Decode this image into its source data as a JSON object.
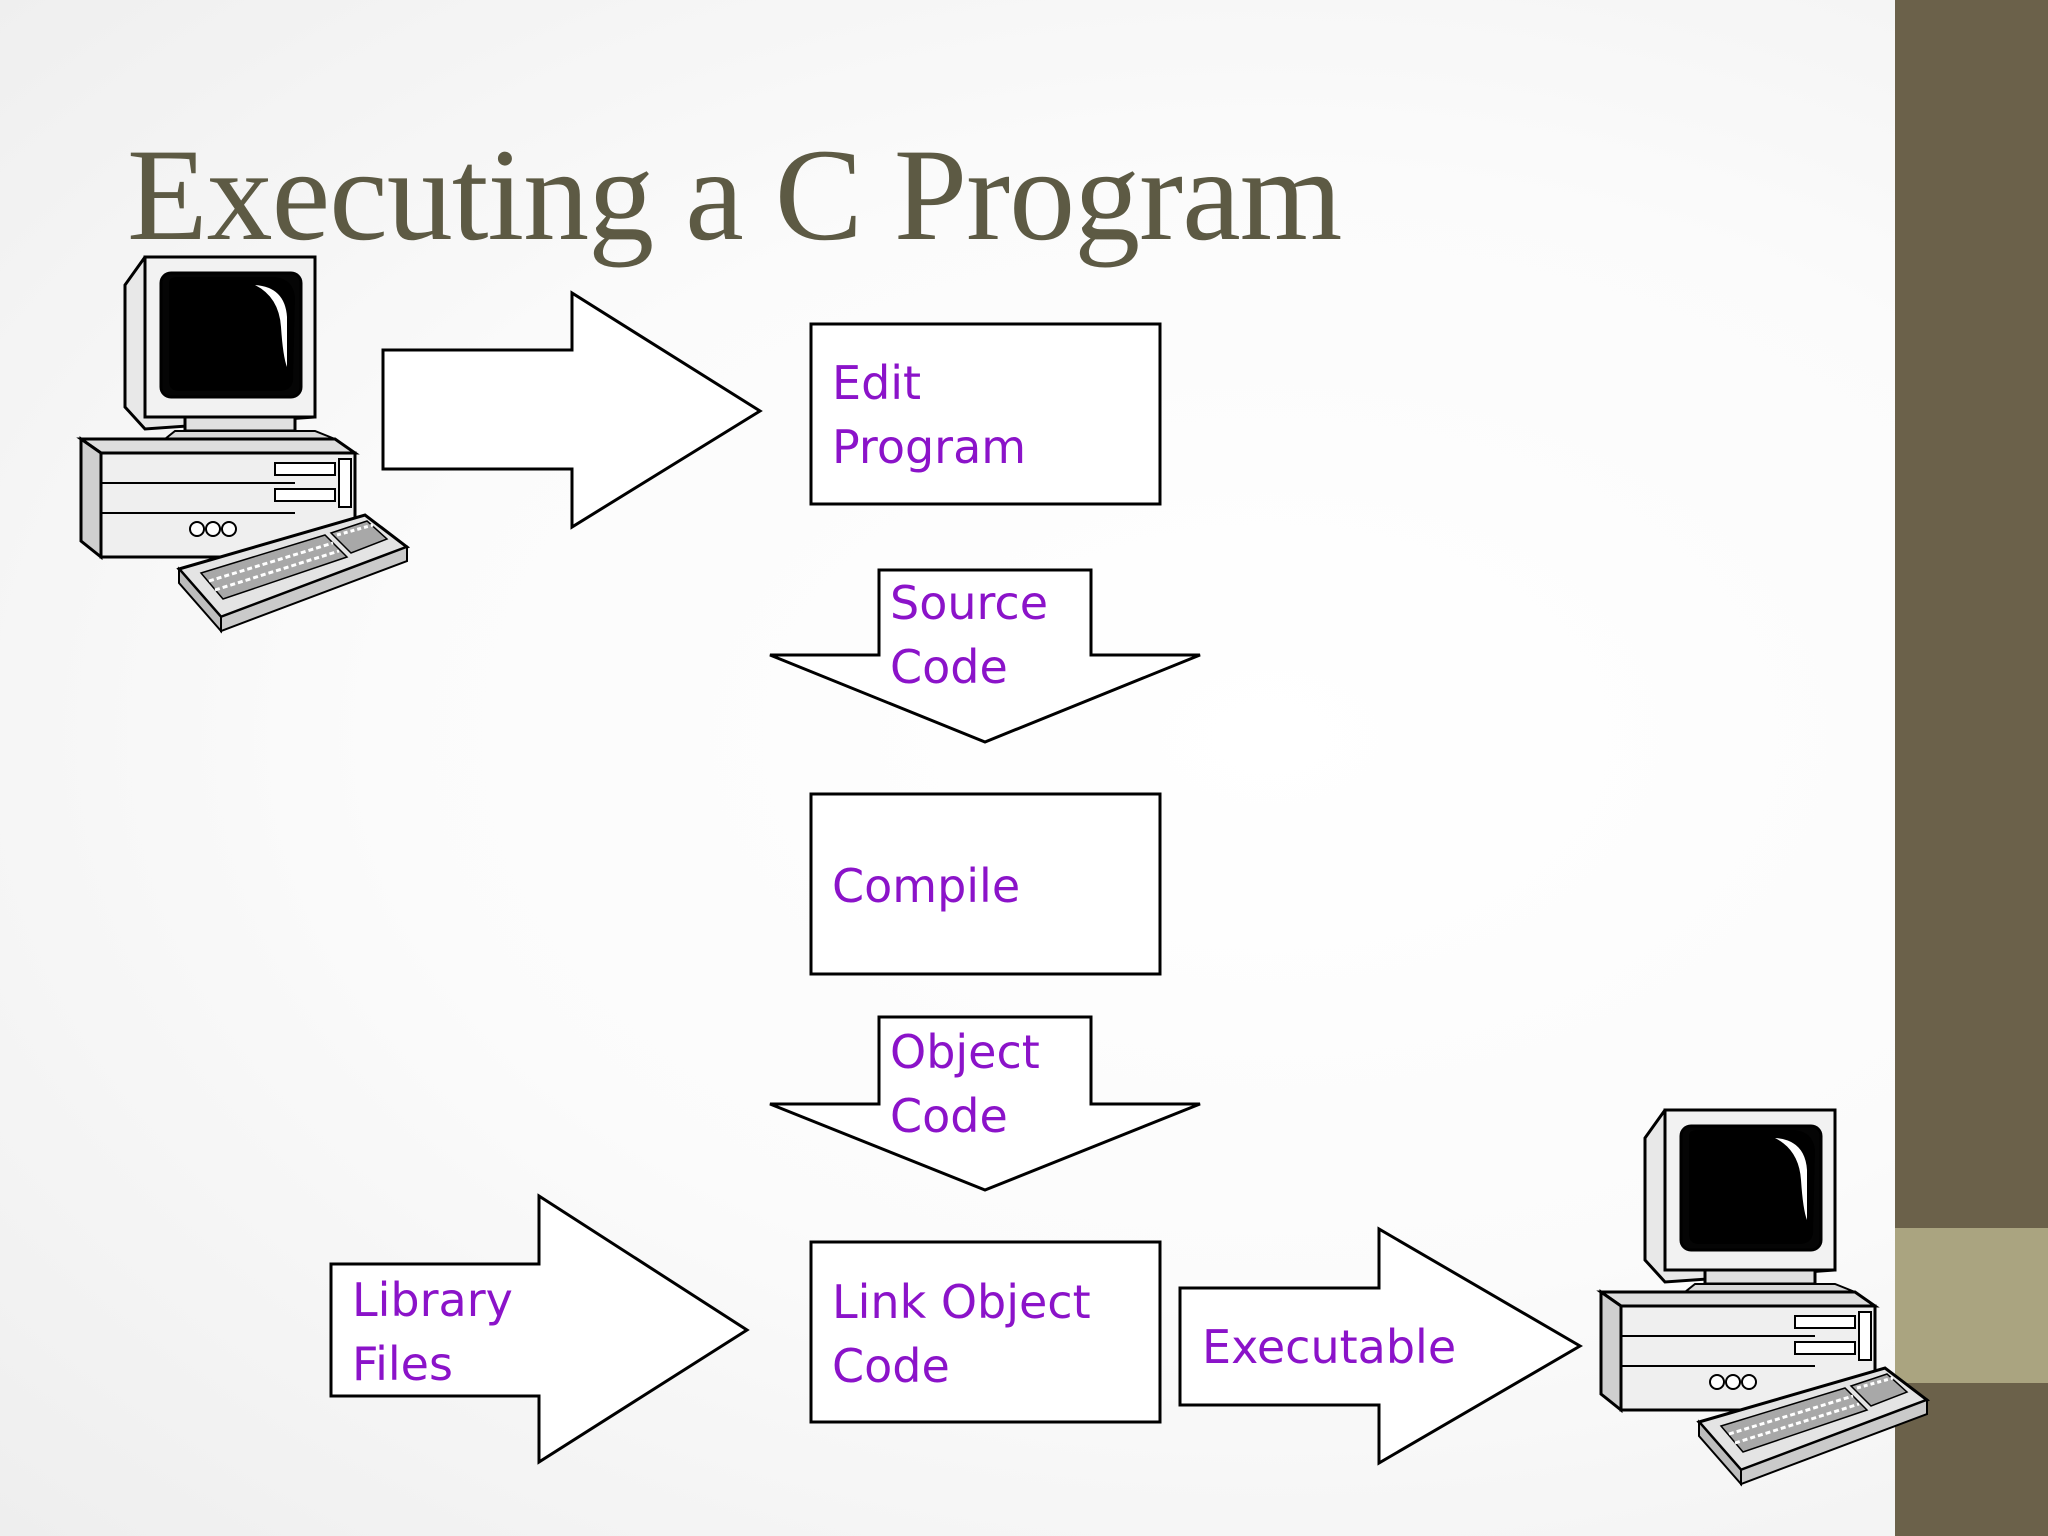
{
  "slide": {
    "title": "Executing a C Program",
    "colors": {
      "title": "#5d5a44",
      "label": "#8b13c9",
      "sidebar": "#6b614a",
      "sidebar_accent": "#aaa480"
    }
  },
  "diagram": {
    "nodes": {
      "edit": {
        "line1": "Edit",
        "line2": "Program"
      },
      "compile": {
        "line1": "Compile"
      },
      "link": {
        "line1": "Link Object",
        "line2": "Code"
      }
    },
    "arrows": {
      "source_code": {
        "line1": "Source",
        "line2": "Code"
      },
      "object_code": {
        "line1": "Object",
        "line2": "Code"
      },
      "library_files": {
        "line1": "Library",
        "line2": "Files"
      },
      "executable": {
        "line1": "Executable"
      }
    },
    "icons": [
      "desktop-computer-icon",
      "desktop-computer-icon"
    ]
  }
}
